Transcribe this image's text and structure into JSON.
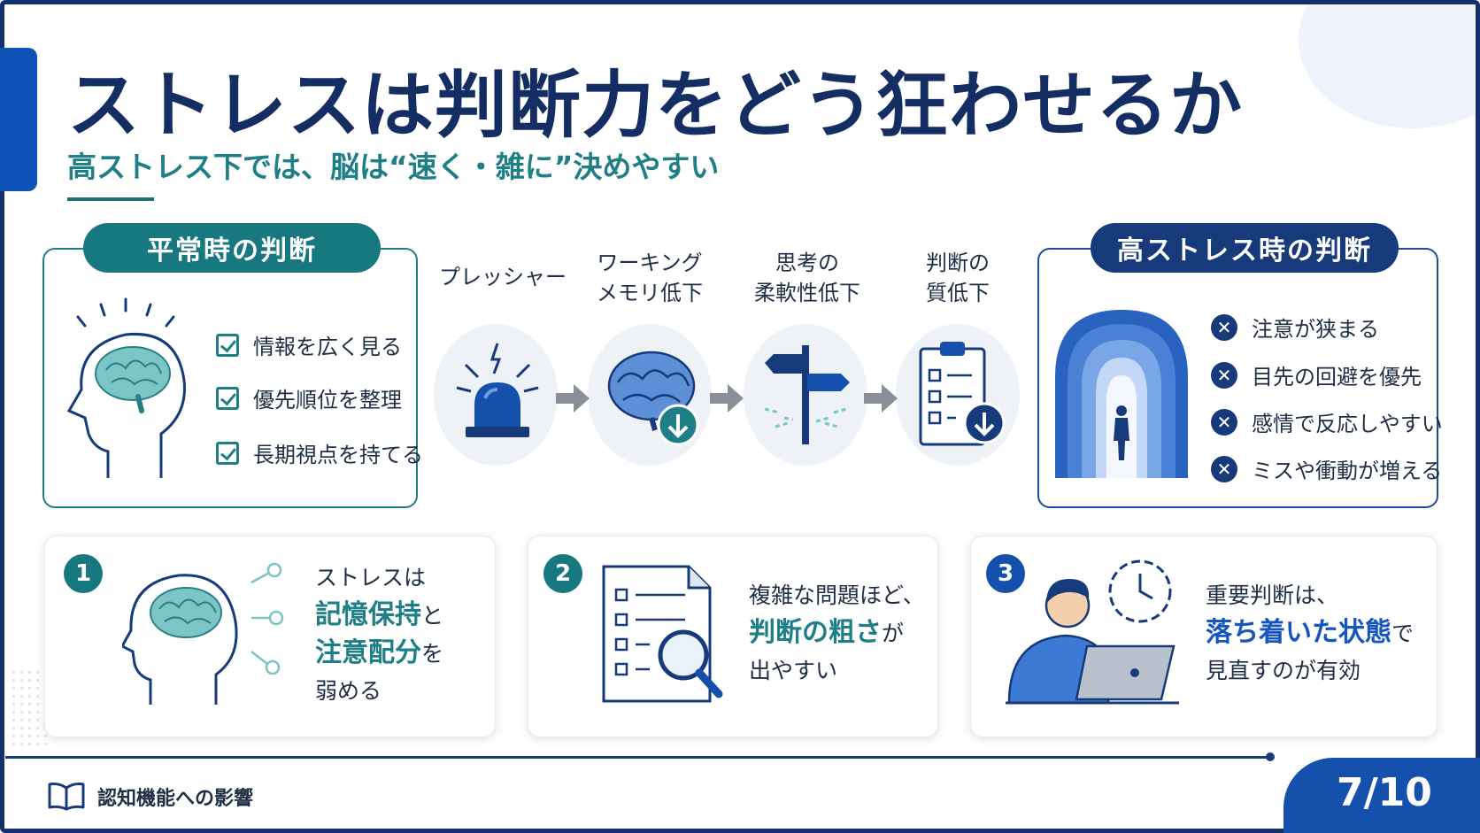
{
  "slide": {
    "title": "ストレスは判断力をどう狂わせるか",
    "subtitle": "高ストレス下では、脳は“速く・雑に”決めやすい"
  },
  "normal": {
    "heading": "平常時の判断",
    "items": [
      "情報を広く見る",
      "優先順位を整理",
      "長期視点を持てる"
    ]
  },
  "flow": {
    "steps": [
      {
        "line1": "プレッシャー",
        "line2": ""
      },
      {
        "line1": "ワーキング",
        "line2": "メモリ低下"
      },
      {
        "line1": "思考の",
        "line2": "柔軟性低下"
      },
      {
        "line1": "判断の",
        "line2": "質低下"
      }
    ]
  },
  "stress": {
    "heading": "高ストレス時の判断",
    "items": [
      "注意が狭まる",
      "目先の回避を優先",
      "感情で反応しやすい",
      "ミスや衝動が増える"
    ]
  },
  "cards": [
    {
      "num": "1",
      "l1": "ストレスは",
      "h1": "記憶保持",
      "t1": "と",
      "h2": "注意配分",
      "t2": "を",
      "l4": "弱める"
    },
    {
      "num": "2",
      "l1": "複雑な問題ほど、",
      "h1": "判断の粗さ",
      "t1": "が",
      "l3": "出やすい"
    },
    {
      "num": "3",
      "l1": "重要判断は、",
      "h1": "落ち着いた状態",
      "t1": "で",
      "l3": "見直すのが有効"
    }
  ],
  "footer": {
    "section": "認知機能への影響",
    "page": "7/10"
  },
  "colors": {
    "navy": "#173a7a",
    "teal": "#1e7f86",
    "blue": "#1655c0"
  },
  "icons": [
    "brain-head-icon",
    "alarm-light-icon",
    "brain-down-icon",
    "signpost-icon",
    "checklist-down-icon",
    "tunnel-person-icon",
    "book-icon",
    "clock-icon",
    "magnifier-icon",
    "laptop-person-icon"
  ]
}
